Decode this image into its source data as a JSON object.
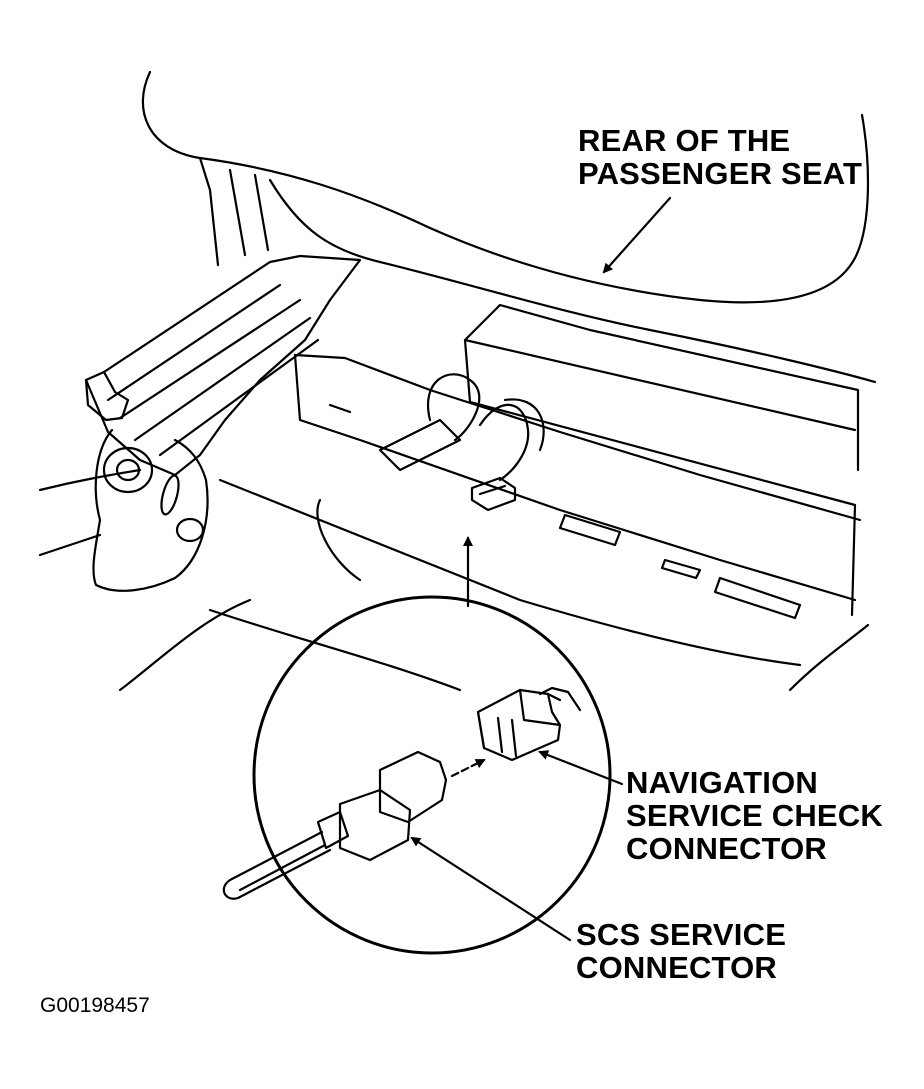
{
  "labels": {
    "rear_of_seat": [
      "REAR OF THE",
      "PASSENGER SEAT"
    ],
    "navigation_connector": [
      "NAVIGATION",
      "SERVICE CHECK",
      "CONNECTOR"
    ],
    "scs_connector": [
      "SCS SERVICE",
      "CONNECTOR"
    ]
  },
  "figure_id": "G00198457",
  "colors": {
    "ink": "#000000",
    "paper": "#ffffff"
  }
}
